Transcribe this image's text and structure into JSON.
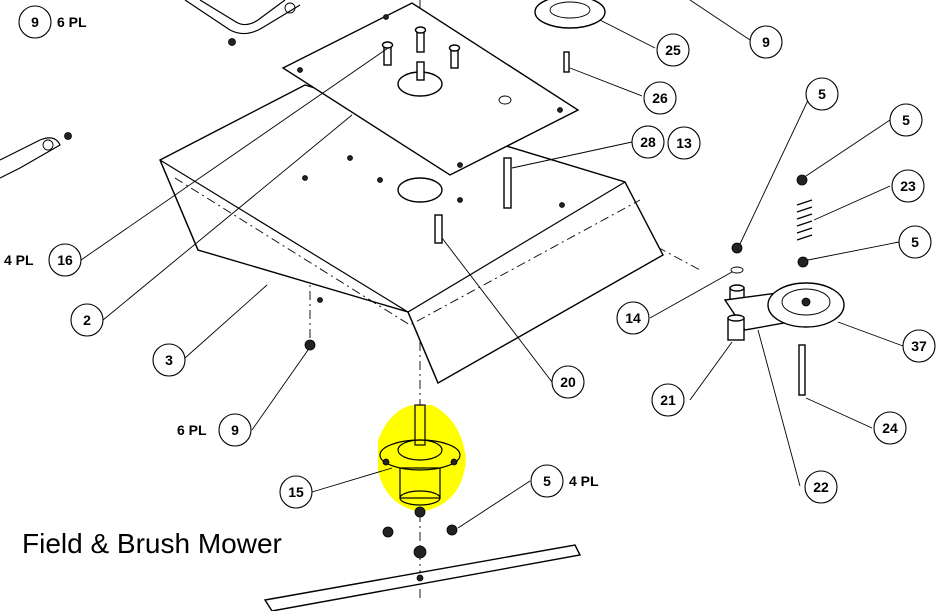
{
  "title": "Field & Brush Mower",
  "highlight_color": "#ffff00",
  "callouts": [
    {
      "id": "c9a",
      "num": "9",
      "suffix": "6 PL"
    },
    {
      "id": "c16",
      "num": "16",
      "prefix": "4 PL"
    },
    {
      "id": "c2",
      "num": "2"
    },
    {
      "id": "c3",
      "num": "3"
    },
    {
      "id": "c9b",
      "num": "9",
      "prefix": "6 PL"
    },
    {
      "id": "c15",
      "num": "15"
    },
    {
      "id": "c5a",
      "num": "5",
      "suffix": "4 PL"
    },
    {
      "id": "c20",
      "num": "20"
    },
    {
      "id": "c28",
      "num": "28"
    },
    {
      "id": "c13",
      "num": "13"
    },
    {
      "id": "c26",
      "num": "26"
    },
    {
      "id": "c25",
      "num": "25"
    },
    {
      "id": "c9c",
      "num": "9"
    },
    {
      "id": "c14",
      "num": "14"
    },
    {
      "id": "c21",
      "num": "21"
    },
    {
      "id": "c22",
      "num": "22"
    },
    {
      "id": "c24",
      "num": "24"
    },
    {
      "id": "c37",
      "num": "37"
    },
    {
      "id": "c5b",
      "num": "5"
    },
    {
      "id": "c5c",
      "num": "5"
    },
    {
      "id": "c23",
      "num": "23"
    },
    {
      "id": "c5d",
      "num": "5"
    }
  ]
}
